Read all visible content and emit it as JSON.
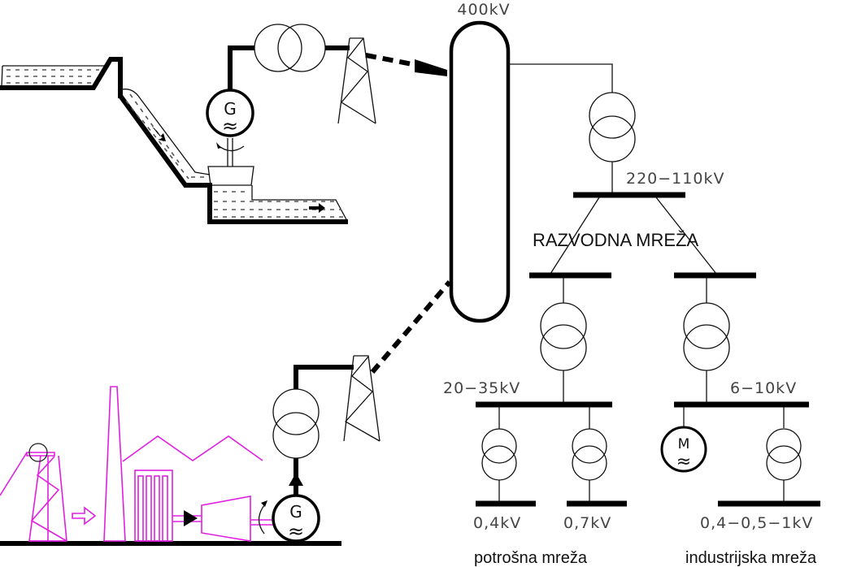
{
  "diagram": {
    "title": "Elektroenergetski sustav - shema",
    "colors": {
      "line": "#000000",
      "label": "#444444",
      "thermal_plant": "#e020e0",
      "background": "#ffffff"
    },
    "bus_labels": {
      "transmission": "400kV",
      "subtransmission": "220−110kV",
      "distribution_left": "20−35kV",
      "distribution_right": "6−10kV",
      "consumer_1": "0,4kV",
      "consumer_2": "0,7kV",
      "industrial": "0,4−0,5−1kV"
    },
    "network_labels": {
      "distribution_network": "RAZVODNA MREŽA",
      "consumer_network": "potrošna mreža",
      "industrial_network": "industrijska mreža"
    },
    "symbols": {
      "generator": "G",
      "motor": "M",
      "ac_wave": "≈"
    },
    "components": [
      {
        "name": "hydro-power-plant",
        "icon": "dam-reservoir-icon"
      },
      {
        "name": "thermal-power-plant",
        "icon": "factory-icon"
      },
      {
        "name": "generator-hydro",
        "icon": "generator-icon"
      },
      {
        "name": "generator-thermal",
        "icon": "generator-icon"
      },
      {
        "name": "step-up-transformer-hydro",
        "icon": "transformer-icon"
      },
      {
        "name": "step-up-transformer-thermal",
        "icon": "transformer-icon"
      },
      {
        "name": "transmission-tower-1",
        "icon": "pylon-icon"
      },
      {
        "name": "transmission-tower-2",
        "icon": "pylon-icon"
      },
      {
        "name": "industrial-motor",
        "icon": "motor-icon"
      }
    ]
  }
}
